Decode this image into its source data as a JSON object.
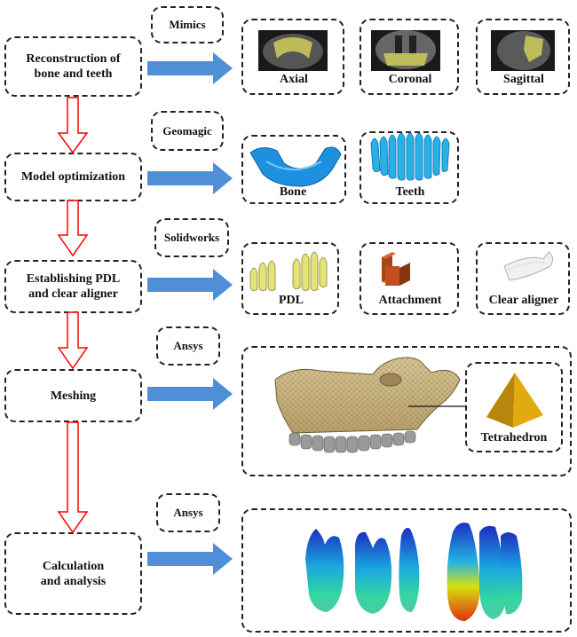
{
  "steps": [
    {
      "label": "Reconstruction of\nbone and teeth",
      "tool": "Mimics",
      "images": [
        "Axial",
        "Coronal",
        "Sagittal"
      ]
    },
    {
      "label": "Model optimization",
      "tool": "Geomagic",
      "images": [
        "Bone",
        "Teeth"
      ]
    },
    {
      "label": "Establishing PDL\nand clear aligner",
      "tool": "Solidworks",
      "images": [
        "PDL",
        "Attachment",
        "Clear aligner"
      ]
    },
    {
      "label": "Meshing",
      "tool": "Ansys",
      "images": [
        "Tetrahedron"
      ]
    },
    {
      "label": "Calculation\nand analysis",
      "tool": "Ansys",
      "images": []
    }
  ],
  "colors": {
    "flow_arrow": "#ff0000",
    "link_arrow": "#4f8fd8",
    "bone": "#c9b37e",
    "teeth_blue": "#1aa7e0",
    "pdl": "#e6e27a",
    "attachment": "#c0501f",
    "tetra": "#d4a017"
  }
}
